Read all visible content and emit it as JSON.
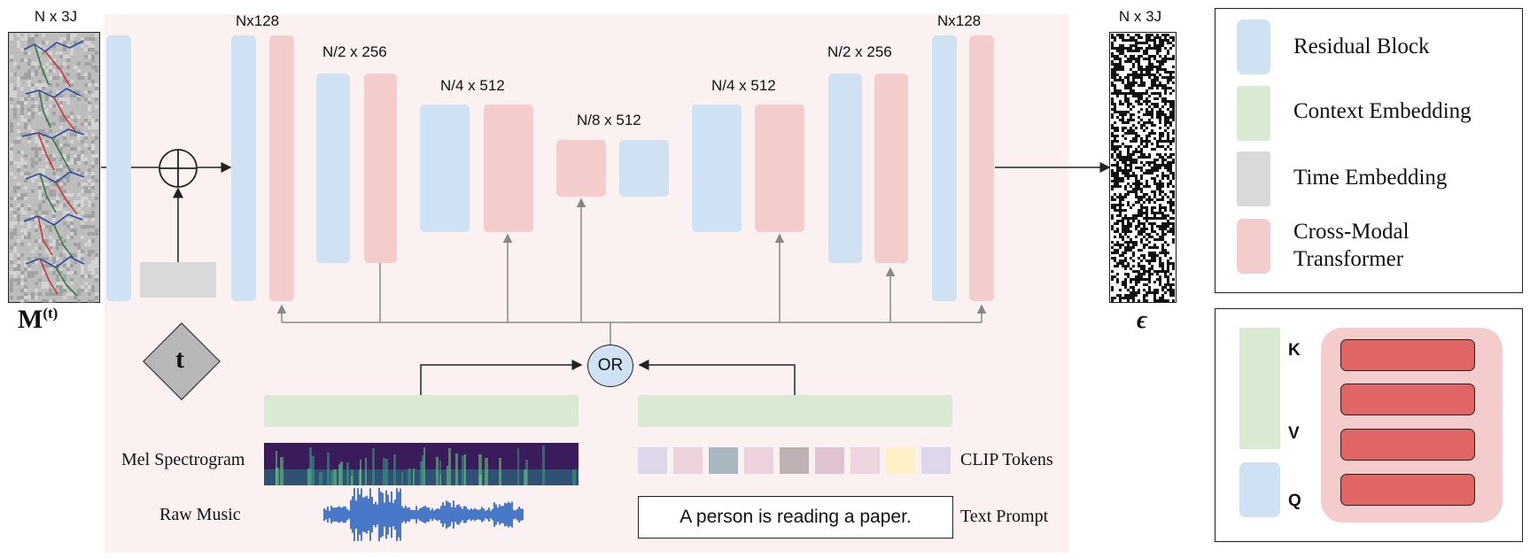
{
  "diagram": {
    "input": {
      "dim_label": "N x 3J",
      "symbol_base": "M",
      "symbol_sup": "(t)"
    },
    "output": {
      "dim_label": "N x 3J",
      "symbol": "ϵ"
    },
    "unet_levels": {
      "l1": "Nx128",
      "l2": "N/2 x 256",
      "l3": "N/4 x 512",
      "l4": "N/8 x 512",
      "r3": "N/4 x 512",
      "r2": "N/2 x 256",
      "r1": "Nx128"
    },
    "time_symbol": "t",
    "or_label": "OR",
    "conditions": {
      "mel_label": "Mel Spectrogram",
      "raw_label": "Raw Music",
      "clip_label": "CLIP Tokens",
      "prompt_label": "Text Prompt",
      "prompt_text": "A person is reading a paper."
    },
    "legend": {
      "items": [
        {
          "label": "Residual Block",
          "color": "#cfe2f3"
        },
        {
          "label": "Context Embedding",
          "color": "#d9ead3"
        },
        {
          "label": "Time Embedding",
          "color": "#d9d9d9"
        },
        {
          "label": "Cross-Modal Transformer",
          "color": "#f4cccc"
        }
      ]
    },
    "attention_inset": {
      "k_label": "K",
      "v_label": "V",
      "q_label": "Q",
      "layer_color": "#e06666"
    },
    "clip_token_colors": [
      "#e0d6ec",
      "#ecd2dd",
      "#a9b7c0",
      "#ecd2dd",
      "#bfb0b4",
      "#e0c3d3",
      "#ecd5de",
      "#fdf0c6",
      "#e0d6ec"
    ]
  }
}
